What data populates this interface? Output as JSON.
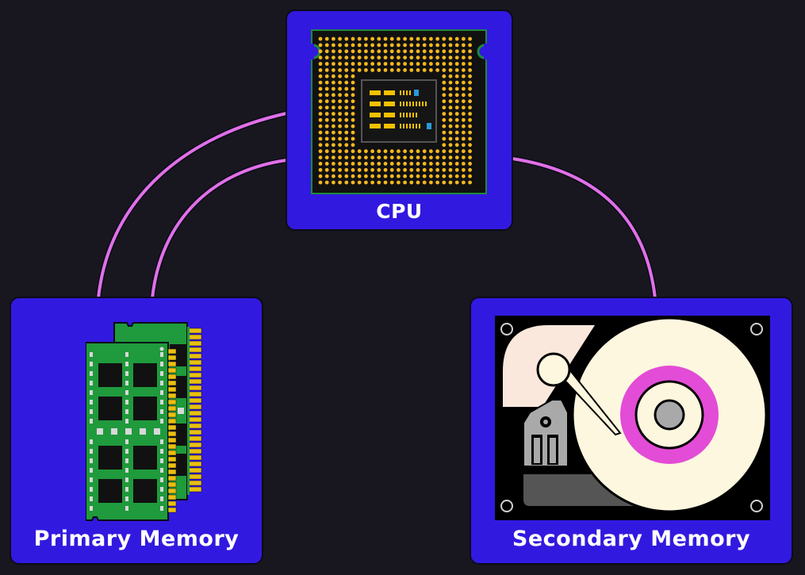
{
  "components": {
    "cpu": {
      "label": "CPU"
    },
    "primary_memory": {
      "label": "Primary Memory"
    },
    "secondary_memory": {
      "label": "Secondary Memory"
    }
  },
  "connections": [
    {
      "from": "cpu",
      "to": "primary_memory"
    },
    {
      "from": "cpu",
      "to": "primary_memory"
    },
    {
      "from": "cpu",
      "to": "secondary_memory"
    }
  ],
  "colors": {
    "background": "#18171f",
    "card_fill": "#3219e0",
    "connector": "#e070e8",
    "label_text": "#ffffff"
  },
  "icons": {
    "cpu": "cpu-chip-icon",
    "primary_memory": "ram-modules-icon",
    "secondary_memory": "hard-disk-drive-icon"
  }
}
